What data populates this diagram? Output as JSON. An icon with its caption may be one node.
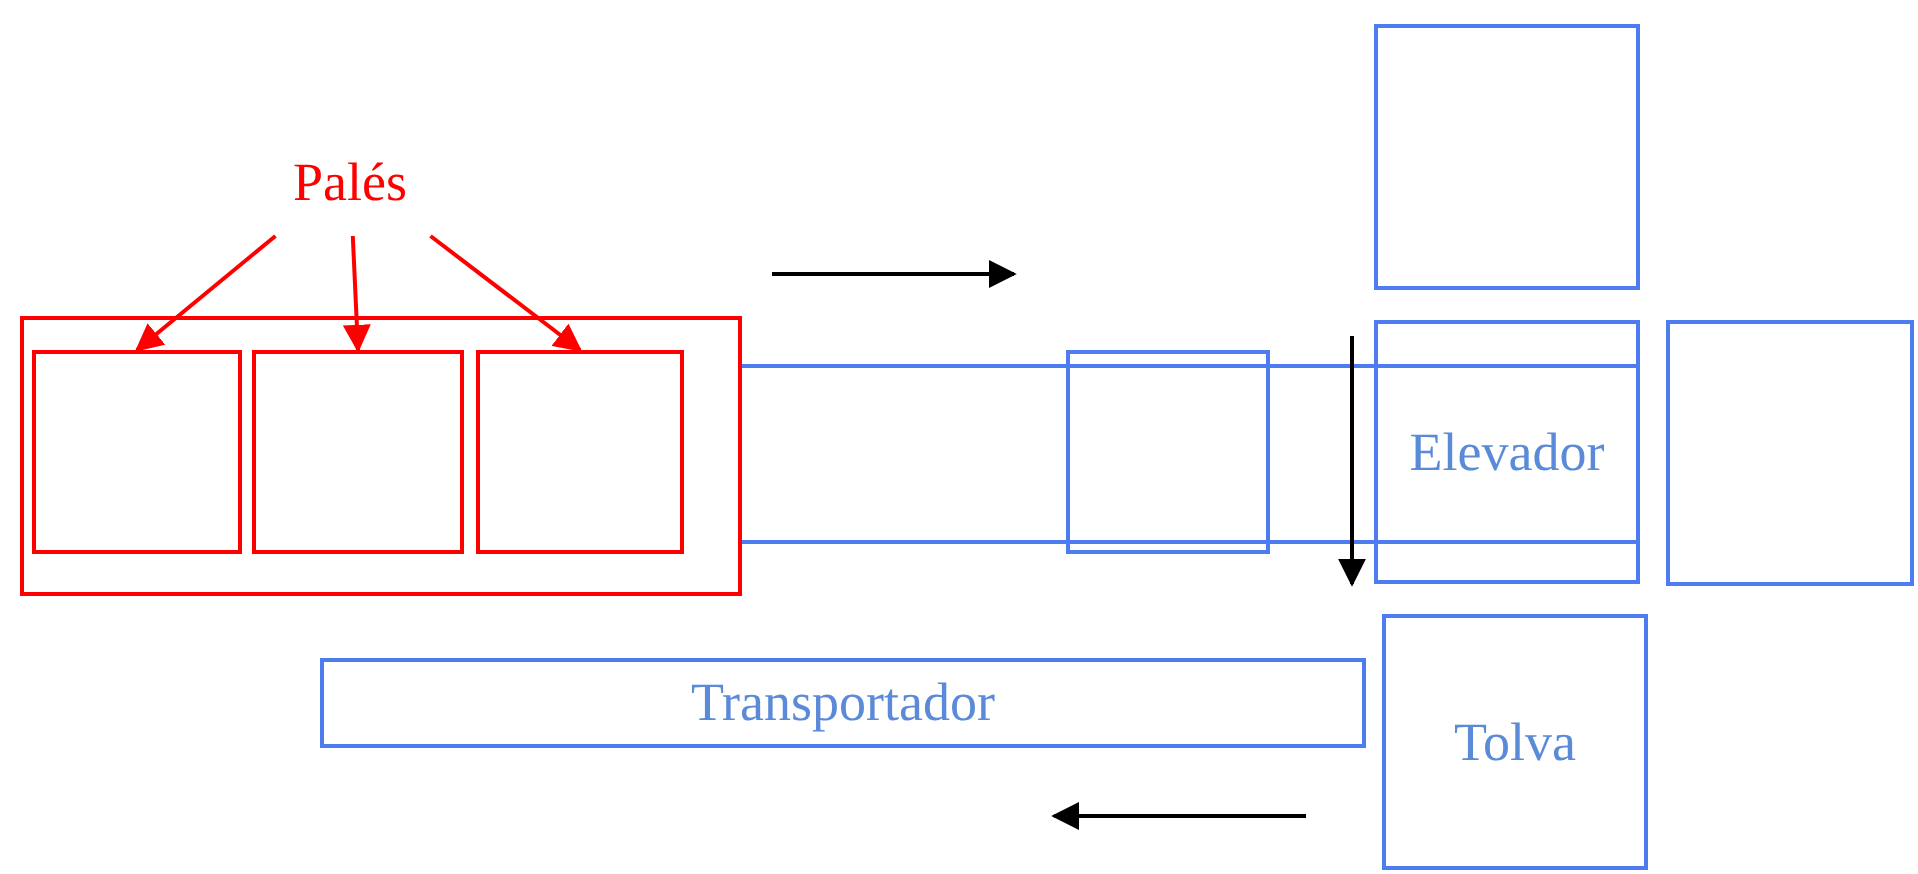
{
  "diagram": {
    "nodes": [
      {
        "text": [],
        "shape": "box"
      },
      {
        "text": [
          "Palés"
        ]
      },
      {
        "text": [],
        "shape": "box"
      },
      {
        "text": [],
        "shape": "box",
        "in": 2
      },
      {
        "text": [],
        "shape": "box",
        "in": 2
      },
      {
        "text": [],
        "shape": "box",
        "in": 2
      },
      {
        "text": [],
        "shape": "bar"
      },
      {
        "text": [],
        "shape": "box"
      },
      {
        "text": [
          "Elevador"
        ]
      },
      {
        "text": [],
        "shape": "box"
      },
      {
        "text": [
          "Transportador"
        ]
      },
      {
        "text": [
          "Tolva"
        ]
      }
    ],
    "edges": [
      {
        "from": 1,
        "to": 3,
        "arrow": "to",
        "color": "#ff0000"
      },
      {
        "from": 1,
        "to": 4,
        "arrow": "to",
        "color": "#ff0000"
      },
      {
        "from": 1,
        "to": 5,
        "arrow": "to",
        "color": "#ff0000"
      }
    ]
  }
}
